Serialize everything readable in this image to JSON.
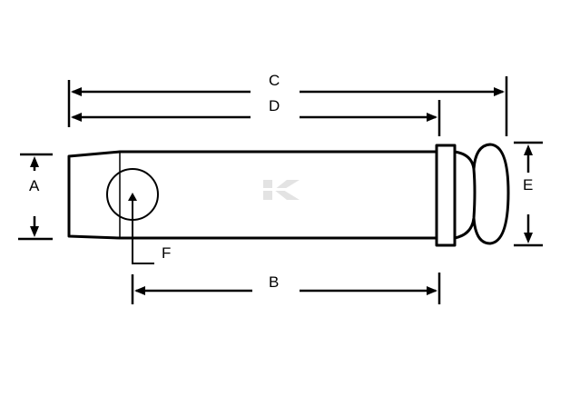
{
  "diagram": {
    "labels": {
      "a": "A",
      "b": "B",
      "c": "C",
      "d": "D",
      "e": "E",
      "f": "F"
    },
    "colors": {
      "line": "#000000",
      "background": "#ffffff",
      "watermark": "#c8c8c8"
    },
    "icons": {
      "watermark": "k-logo-watermark"
    }
  }
}
